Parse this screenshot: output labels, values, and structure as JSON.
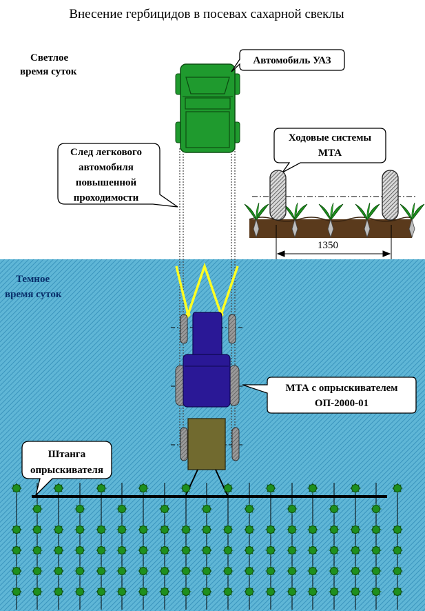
{
  "title": "Внесение гербицидов в посевах сахарной свеклы",
  "zones": {
    "day_label_1": "Светлое",
    "day_label_2": "время суток",
    "night_label_1": "Темное",
    "night_label_2": "время суток"
  },
  "callouts": {
    "uaz": "Автомобиль УАЗ",
    "track_1": "След легкового",
    "track_2": "автомобиля",
    "track_3": "повышенной",
    "track_4": "проходимости",
    "mta_wheels_1": "Ходовые системы",
    "mta_wheels_2": "МТА",
    "mta_sprayer_1": "МТА с опрыскивателем",
    "mta_sprayer_2": "ОП-2000-01",
    "boom_1": "Штанга",
    "boom_2": "опрыскивателя"
  },
  "dimension": {
    "row_width": "1350"
  },
  "colors": {
    "night_bg": "#5fb6d6",
    "night_hatch": "#3a94bd",
    "uaz_body": "#1f9a2e",
    "tractor_body": "#2a1896",
    "tank": "#716a2f",
    "soil": "#5a3a1c",
    "plant": "#1e8f1e",
    "track_yellow": "#ffff22"
  },
  "icons": {
    "car": "car-top-view-icon",
    "tractor": "tractor-top-view-icon",
    "plant": "beet-seedling-icon",
    "wheel": "tire-icon"
  }
}
